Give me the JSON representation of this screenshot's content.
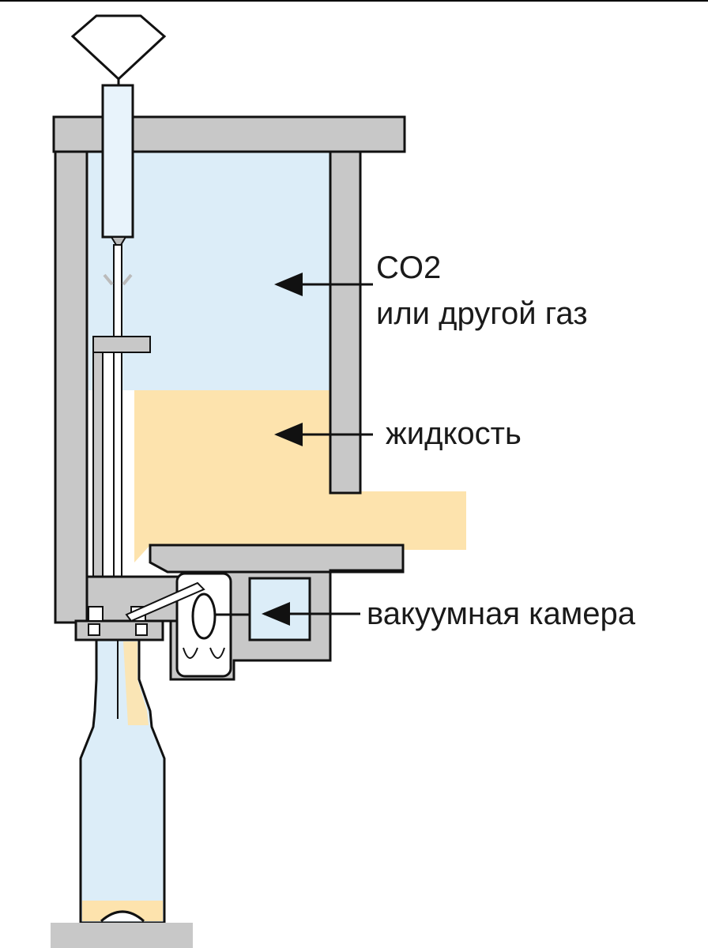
{
  "labels": {
    "gas_line1": "CO2",
    "gas_line2": "или другой газ",
    "liquid": "жидкость",
    "vacuum": "вакуумная камера"
  },
  "colors": {
    "gas": "#dcedf8",
    "liquid": "#fde3ad",
    "wall": "#c8c8c8",
    "outline": "#111111",
    "floor": "#c8c8c8"
  }
}
